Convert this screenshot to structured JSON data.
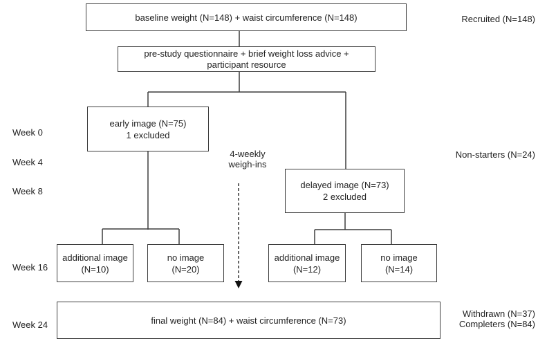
{
  "boxes": {
    "baseline": {
      "lines": [
        "baseline weight (N=148) + waist circumference (N=148)"
      ]
    },
    "prestudy": {
      "lines": [
        "pre-study questionnaire + brief weight loss advice +",
        "participant resource"
      ]
    },
    "early_image": {
      "lines": [
        "early image (N=75)",
        "1 excluded"
      ]
    },
    "delayed_image": {
      "lines": [
        "delayed image (N=73)",
        "2 excluded"
      ]
    },
    "additional_image_left": {
      "lines": [
        "additional image",
        "(N=10)"
      ]
    },
    "no_image_left": {
      "lines": [
        "no image",
        "(N=20)"
      ]
    },
    "additional_image_right": {
      "lines": [
        "additional image",
        "(N=12)"
      ]
    },
    "no_image_right": {
      "lines": [
        "no image",
        "(N=14)"
      ]
    },
    "final": {
      "lines": [
        "final weight (N=84) + waist circumference (N=73)"
      ]
    }
  },
  "week_labels": [
    "Week 0",
    "Week 4",
    "Week 8",
    "Week 16",
    "Week 24"
  ],
  "side_labels": {
    "recruited": "Recruited (N=148)",
    "non_starters": "Non-starters (N=24)",
    "withdrawn": "Withdrawn (N=37)",
    "completers": "Completers (N=84)"
  },
  "annotation": {
    "lines": [
      "4-weekly",
      "weigh-ins"
    ]
  },
  "colors": {
    "border": "#3c3c3c",
    "text": "#222222",
    "background": "#ffffff",
    "arrow": "#333333"
  }
}
